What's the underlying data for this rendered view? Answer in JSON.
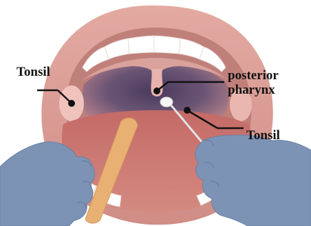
{
  "title": "",
  "colors": {
    "background": "#ffffff",
    "lips": "#d4948c",
    "mouth_interior": "#c88278",
    "throat_dark": "#5f4d6e",
    "tongue": "#c86f6a",
    "teeth": "#ffffff",
    "glove": "#7d93b5",
    "tongue_depressor": "#e8b072",
    "leader_line": "#111111"
  },
  "labels": {
    "tonsil_left": "Tonsil",
    "posterior_pharynx_line1": "posterior",
    "posterior_pharynx_line2": "pharynx",
    "tonsil_right": "Tonsil"
  },
  "icons": {
    "left_hand": "gloved-hand-holding-tongue-depressor",
    "right_hand": "gloved-hand-holding-swab",
    "swab": "cotton-swab"
  }
}
